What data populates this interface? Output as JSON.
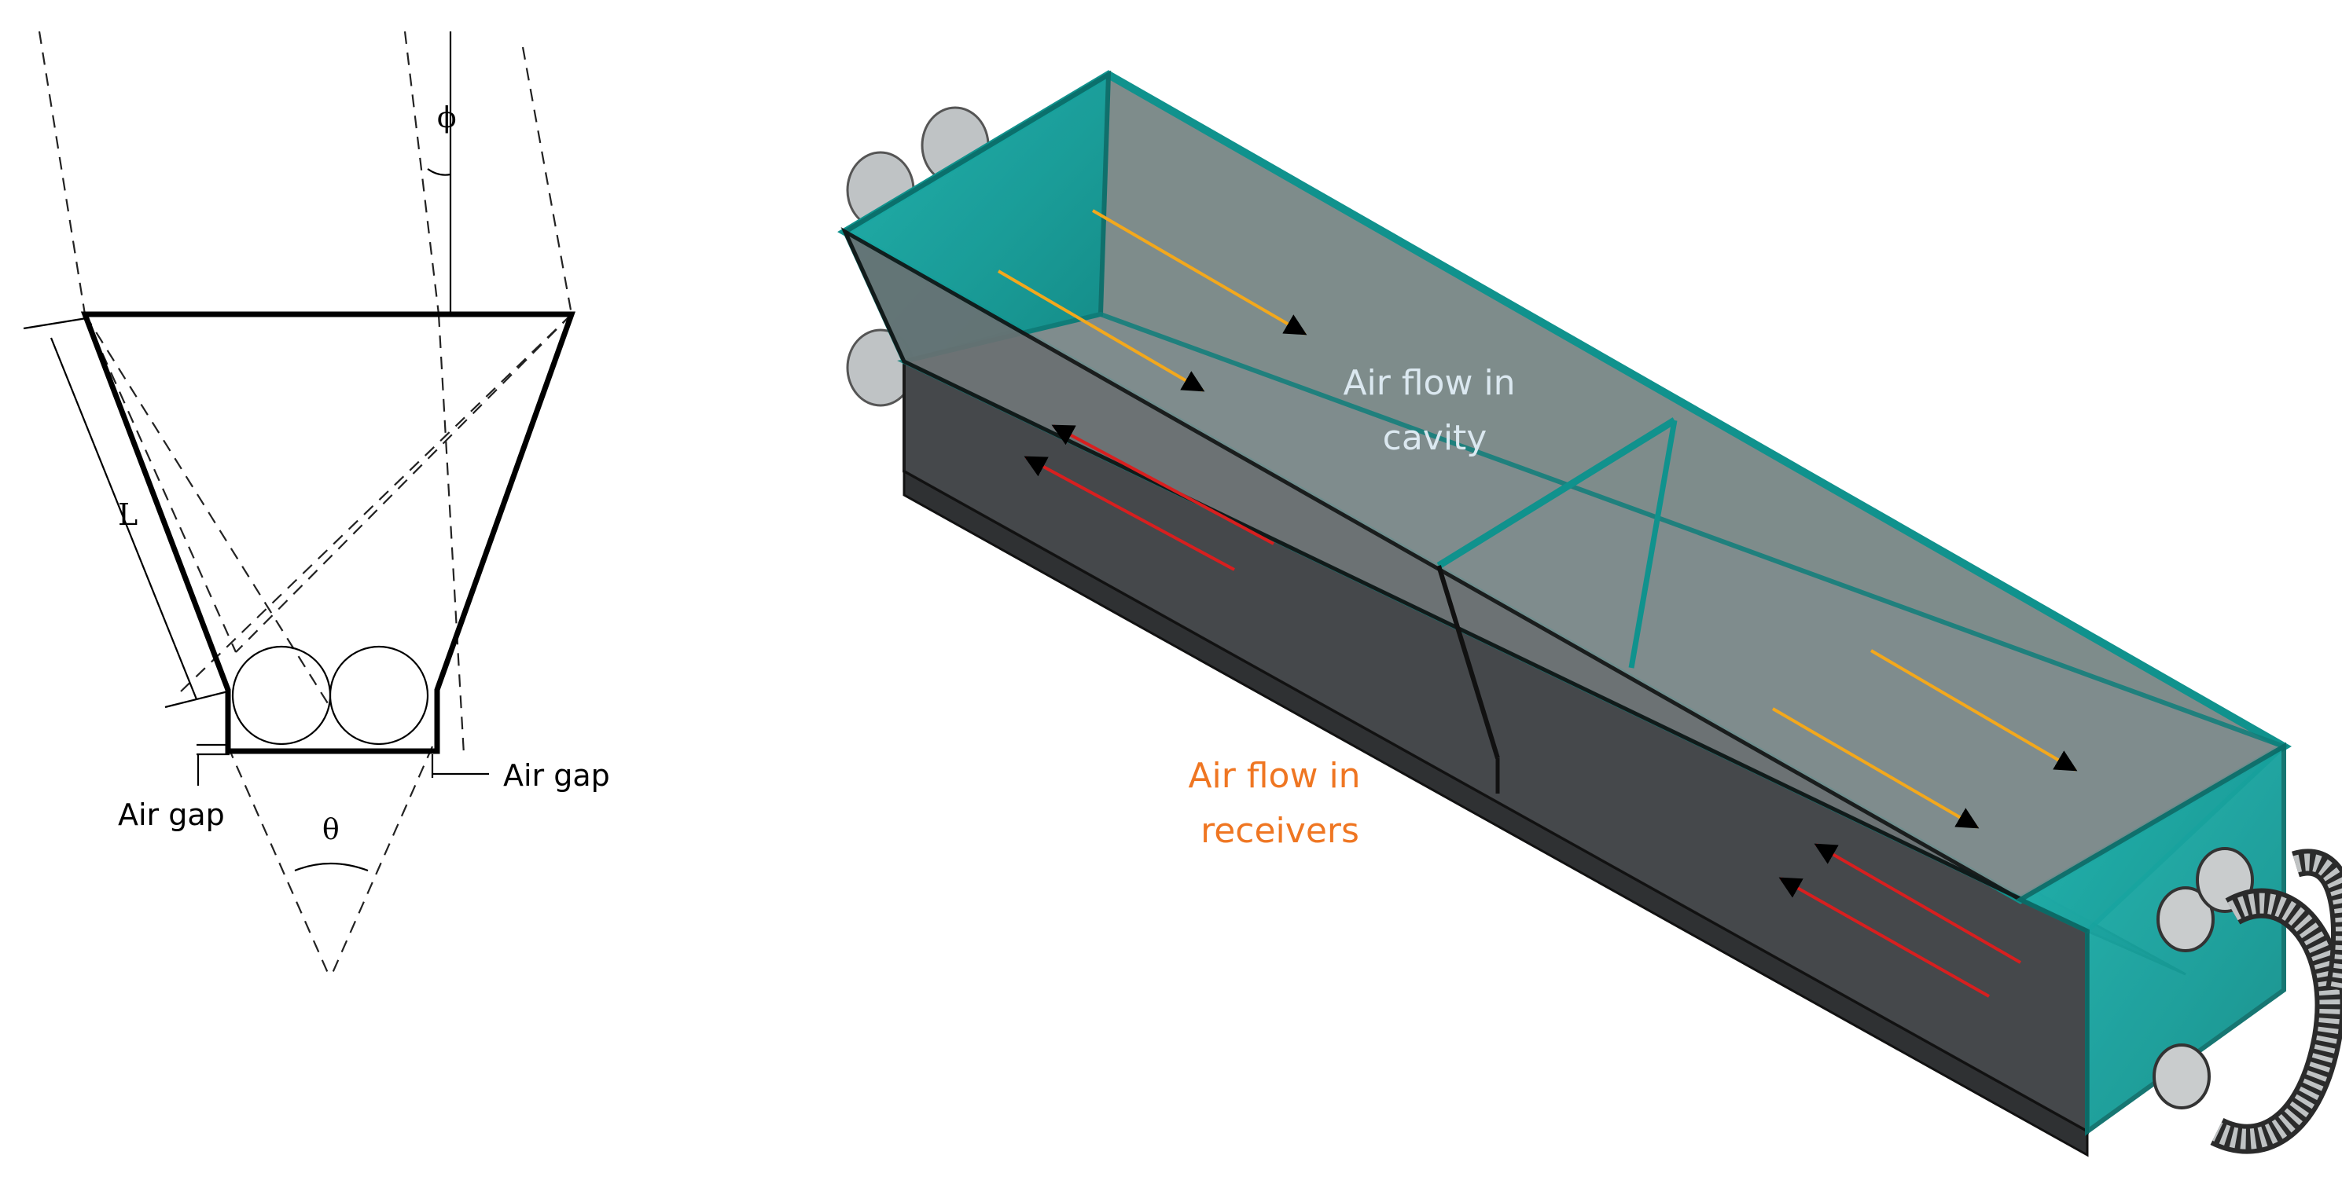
{
  "cross_section": {
    "label_phi": "ϕ",
    "label_L": "L",
    "label_theta": "θ",
    "label_air_gap_left": "Air gap",
    "label_air_gap_right": "Air gap"
  },
  "model_3d": {
    "label_cavity_flow": "Air flow in\ncavity",
    "label_receiver_flow": "Air flow in\nreceivers"
  },
  "colors": {
    "glass_teal": "#19a8a4",
    "cavity_grey": "#7d8b8b",
    "body_dark": "#4a4d4f",
    "arrow_yellow": "#f3a81c",
    "arrow_red": "#d81f1f",
    "label_cavity": "#dbe8f0",
    "label_receivers": "#ef7622"
  }
}
